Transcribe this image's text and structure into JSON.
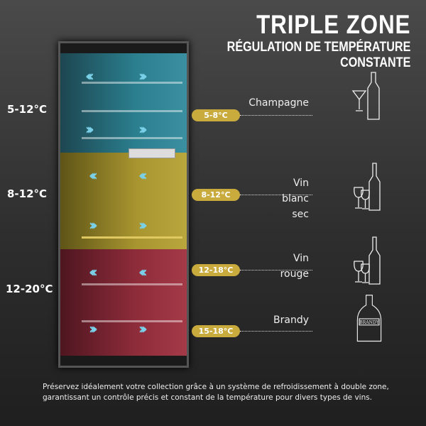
{
  "title": {
    "line1": "TRIPLE ZONE",
    "line2": "RÉGULATION DE TEMPÉRATURE",
    "line3": "CONSTANTE"
  },
  "zones": [
    {
      "range": "5-12°C"
    },
    {
      "range": "8-12°C"
    },
    {
      "range": "12-20°C"
    }
  ],
  "wines": [
    {
      "temp": "5-8°C",
      "name": "Champagne",
      "icon": "champagne-icon"
    },
    {
      "temp": "8-12°C",
      "name": "Vin blanc sec",
      "icon": "white-wine-icon"
    },
    {
      "temp": "12-18°C",
      "name": "Vin rouge",
      "icon": "red-wine-icon"
    },
    {
      "temp": "15-18°C",
      "name": "Brandy",
      "icon": "brandy-icon",
      "label": "BRANDY"
    }
  ],
  "caption": {
    "line1": "Préservez idéalement votre collection grâce à un système de refroidissement à double zone,",
    "line2": "garantissant un contrôle précis et constant de la température pour divers types de vins."
  },
  "colors": {
    "gold": "#c9ab3d",
    "blue_zone": "#2b7f8f",
    "yellow_zone": "#a89530",
    "red_zone": "#8e2c3a"
  }
}
